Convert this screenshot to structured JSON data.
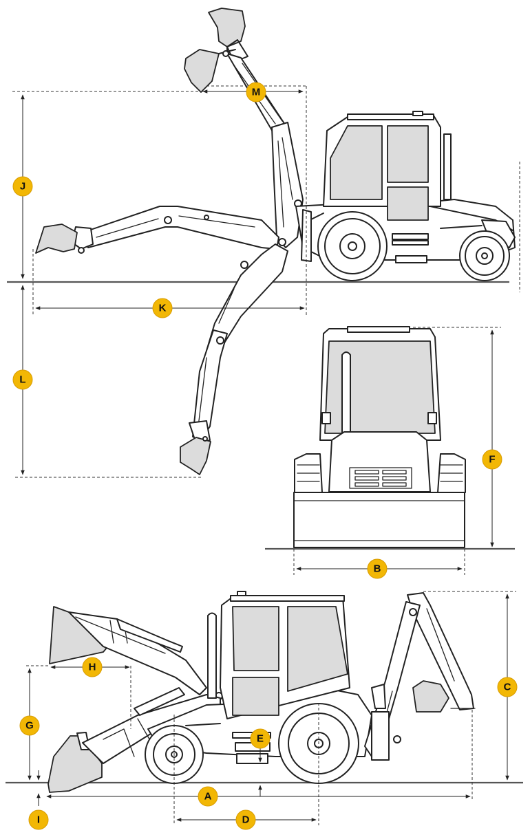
{
  "dimension_labels": {
    "A": "A",
    "B": "B",
    "C": "C",
    "D": "D",
    "E": "E",
    "F": "F",
    "G": "G",
    "H": "H",
    "I": "I",
    "J": "J",
    "K": "K",
    "L": "L",
    "M": "M"
  },
  "colors": {
    "badge_fill": "#f2b705",
    "machine_fill": "#dcdcdc",
    "outline": "#222222",
    "background": "#ffffff"
  }
}
